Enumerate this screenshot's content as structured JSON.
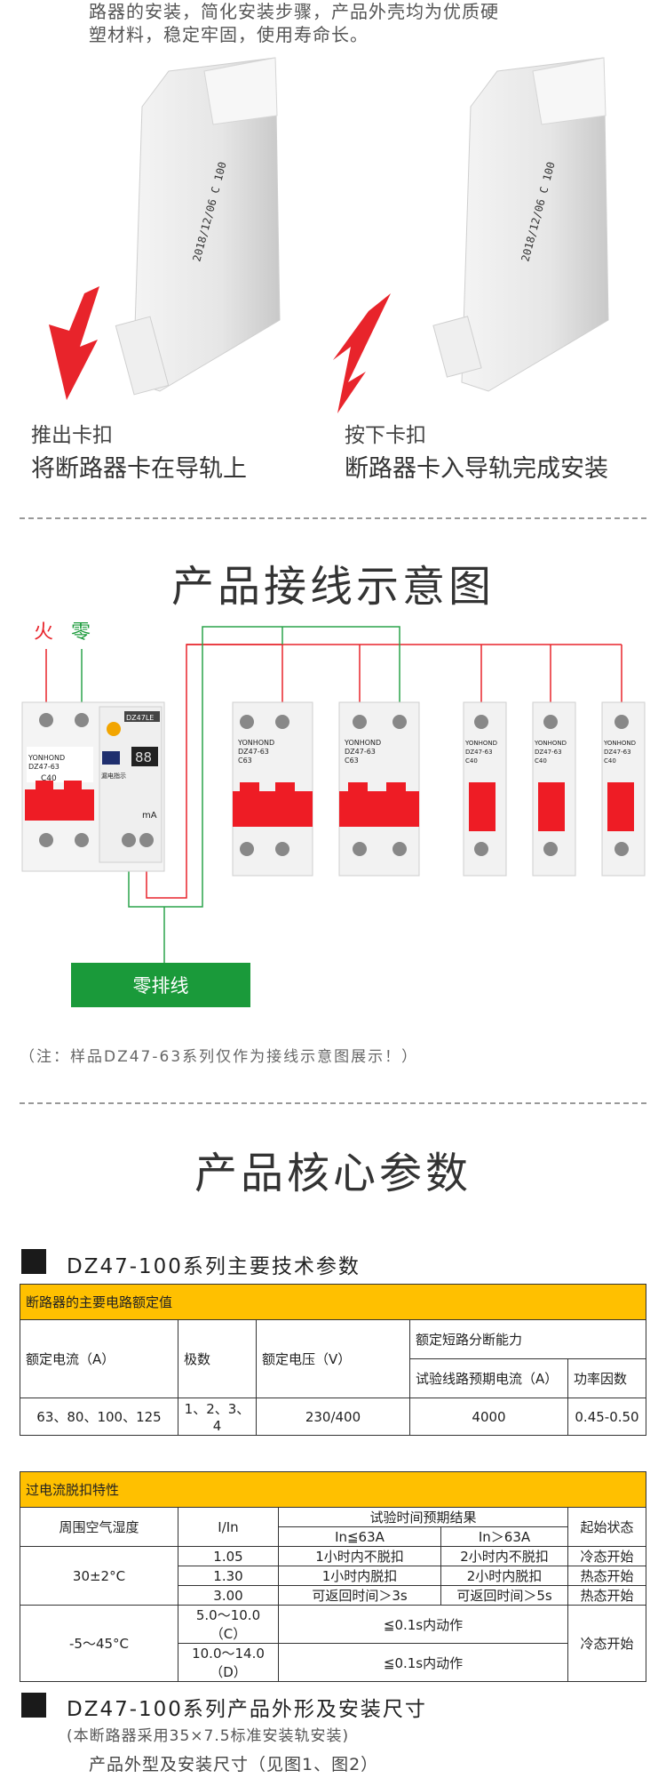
{
  "intro": {
    "line1": "路器的安装，简化安装步骤，产品外壳均为优质硬",
    "line2": "塑材料，稳定牢固，使用寿命长。"
  },
  "install": {
    "left": {
      "action": "推出卡扣",
      "desc": "将断路器卡在导轨上",
      "print": "2018/12/06  C 100"
    },
    "right": {
      "action": "按下卡扣",
      "desc": "断路器卡入导轨完成安装",
      "print": "2018/12/06  C 100"
    }
  },
  "wiring": {
    "title": "产品接线示意图",
    "live_label": "火",
    "neutral_label": "零",
    "neutral_bar_label": "零排线",
    "main": {
      "brand": "YONHOND",
      "model": "DZ47-63",
      "rating": "C40",
      "rcd_title": "DZ47LE",
      "leak_label": "漏电指示",
      "display": "88",
      "unit": "mA"
    },
    "breakers": [
      {
        "brand": "YONHOND",
        "model": "DZ47-63",
        "rating": "C63"
      },
      {
        "brand": "YONHOND",
        "model": "DZ47-63",
        "rating": "C63"
      },
      {
        "brand": "YONHOND",
        "model": "DZ47-63",
        "rating": "C40"
      },
      {
        "brand": "YONHOND",
        "model": "DZ47-63",
        "rating": "C40"
      },
      {
        "brand": "YONHOND",
        "model": "DZ47-63",
        "rating": "C40"
      }
    ],
    "note": "（注：样品DZ47-63系列仅作为接线示意图展示！）"
  },
  "params": {
    "title": "产品核心参数",
    "table1_heading": "DZ47-100系列主要技术参数",
    "table1": {
      "bar": "断路器的主要电路额定值",
      "h_current": "额定电流（A）",
      "h_poles": "极数",
      "h_voltage": "额定电压（V）",
      "h_break": "额定短路分断能力",
      "h_test": "试验线路预期电流（A）",
      "h_pf": "功率因数",
      "v_current": "63、80、100、125",
      "v_poles": "1、2、3、4",
      "v_voltage": "230/400",
      "v_test": "4000",
      "v_pf": "0.45-0.50"
    },
    "table2": {
      "bar": "过电流脱扣特性",
      "h_env": "周围空气湿度",
      "h_ratio": "I/In",
      "h_result": "试验时间预期结果",
      "h_le63": "In≦63A",
      "h_gt63": "In＞63A",
      "h_start": "起始状态",
      "env1": "30±2°C",
      "env2": "-5～45°C",
      "rows": [
        {
          "ratio": "1.05",
          "le63": "1小时内不脱扣",
          "gt63": "2小时内不脱扣",
          "start": "冷态开始"
        },
        {
          "ratio": "1.30",
          "le63": "1小时内脱扣",
          "gt63": "2小时内脱扣",
          "start": "热态开始"
        },
        {
          "ratio": "3.00",
          "le63": "可返回时间＞3s",
          "gt63": "可返回时间＞5s",
          "start": "热态开始"
        }
      ],
      "row4_ratio": "5.0～10.0（C）",
      "row5_ratio": "10.0～14.0（D）",
      "instant": "≦0.1s内动作",
      "start_cold": "冷态开始"
    },
    "dims_heading": "DZ47-100系列产品外形及安装尺寸",
    "dims_sub": "(本断路器采用35×7.5标准安装轨安装)",
    "dims_line": "产品外型及安装尺寸（见图1、图2）"
  },
  "colors": {
    "accent_yellow": "#ffc000",
    "breaker_red": "#ee1c25",
    "neutral_green": "#1a9a3a",
    "wire_red": "#e8242b",
    "wire_green": "#2aa34a"
  }
}
